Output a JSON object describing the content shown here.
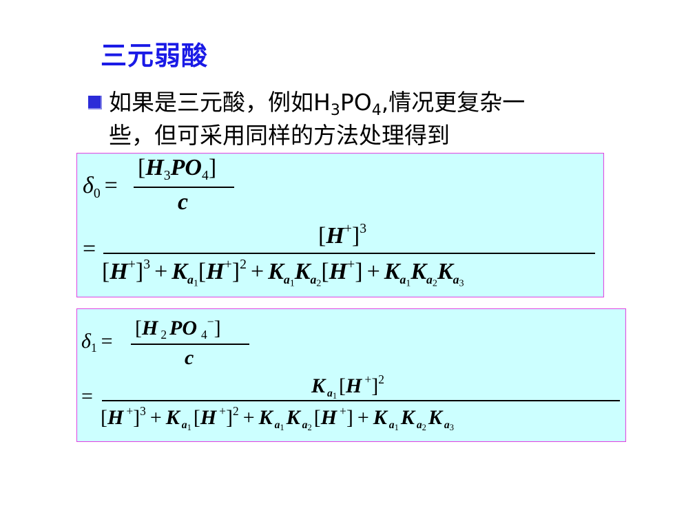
{
  "title": "三元弱酸",
  "body": {
    "line1_pre": "如果是三元酸，例如H",
    "line1_sub1": "3",
    "line1_mid": "PO",
    "line1_sub2": "4",
    "line1_post": ",情况更复杂一",
    "line2": "些，但可采用同样的方法处理得到"
  },
  "eq1": {
    "lhs_symbol": "δ",
    "lhs_sub": "0",
    "equals": "=",
    "num_open": "[",
    "num_H": "H",
    "num_sub3": "3",
    "num_PO": "PO",
    "num_sub4": "4",
    "num_close": "]",
    "den_c": "c",
    "equals2": "=",
    "frac2_num": {
      "open": "[",
      "H": "H",
      "plus": "+",
      "close": "]",
      "exp": "3"
    },
    "frac2_den": {
      "t1_open": "[",
      "t1_H": "H",
      "t1_plus": "+",
      "t1_close": "]",
      "t1_exp": "3",
      "op1": "+",
      "t2_K": "K",
      "t2_a": "a",
      "t2_a_sub": "1",
      "t2_open": "[",
      "t2_H": "H",
      "t2_plus": "+",
      "t2_close": "]",
      "t2_exp": "2",
      "op2": "+",
      "t3_K1": "K",
      "t3_a1": "a",
      "t3_a1_sub": "1",
      "t3_K2": "K",
      "t3_a2": "a",
      "t3_a2_sub": "2",
      "t3_open": "[",
      "t3_H": "H",
      "t3_plus": "+",
      "t3_close": "]",
      "op3": "+",
      "t4_K1": "K",
      "t4_a1": "a",
      "t4_a1_sub": "1",
      "t4_K2": "K",
      "t4_a2": "a",
      "t4_a2_sub": "2",
      "t4_K3": "K",
      "t4_a3": "a",
      "t4_a3_sub": "3"
    }
  },
  "eq2": {
    "lhs_symbol": "δ",
    "lhs_sub": "1",
    "equals": "=",
    "num_open": "[",
    "num_H": "H",
    "num_sub2": "2",
    "num_PO": "PO",
    "num_sub4": "4",
    "num_minus": "−",
    "num_close": "]",
    "den_c": "c",
    "equals2": "=",
    "frac2_num": {
      "K": "K",
      "a": "a",
      "a_sub": "1",
      "open": "[",
      "H": "H",
      "plus": "+",
      "close": "]",
      "exp": "2"
    },
    "frac2_den": {
      "t1_open": "[",
      "t1_H": "H",
      "t1_plus": "+",
      "t1_close": "]",
      "t1_exp": "3",
      "op1": "+",
      "t2_K": "K",
      "t2_a": "a",
      "t2_a_sub": "1",
      "t2_open": "[",
      "t2_H": "H",
      "t2_plus": "+",
      "t2_close": "]",
      "t2_exp": "2",
      "op2": "+",
      "t3_K1": "K",
      "t3_a1": "a",
      "t3_a1_sub": "1",
      "t3_K2": "K",
      "t3_a2": "a",
      "t3_a2_sub": "2",
      "t3_open": "[",
      "t3_H": "H",
      "t3_plus": "+",
      "t3_close": "]",
      "op3": "+",
      "t4_K1": "K",
      "t4_a1": "a",
      "t4_a1_sub": "1",
      "t4_K2": "K",
      "t4_a2": "a",
      "t4_a2_sub": "2",
      "t4_K3": "K",
      "t4_a3": "a",
      "t4_a3_sub": "3"
    }
  },
  "colors": {
    "title": "#1a1ae6",
    "bullet": "#2b2bd8",
    "box_fill": "#ccffff",
    "box_border": "#e040e0"
  }
}
